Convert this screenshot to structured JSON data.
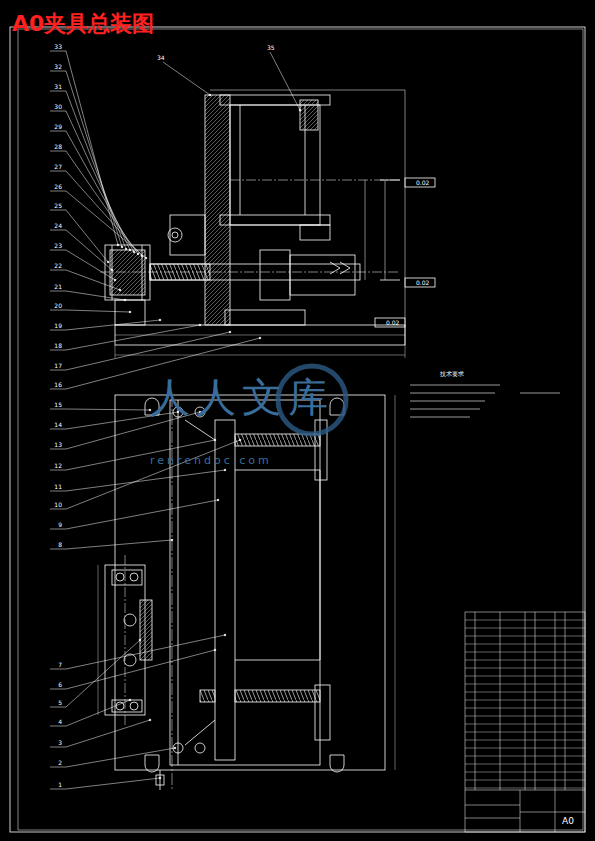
{
  "diagram": {
    "title": "A0夹具总装图",
    "labels": [
      "34",
      "35",
      "33",
      "32",
      "31",
      "30",
      "29",
      "28",
      "27",
      "26",
      "25",
      "24",
      "23",
      "22",
      "21",
      "20",
      "19",
      "18",
      "17",
      "16",
      "15",
      "14",
      "13",
      "12",
      "11",
      "10",
      "9",
      "8",
      "7",
      "6",
      "5",
      "4",
      "3",
      "2",
      "1",
      "0.02",
      "0.02",
      "0.02",
      "技术要求",
      "A0",
      "人人文库",
      "renrendoc.com"
    ]
  }
}
